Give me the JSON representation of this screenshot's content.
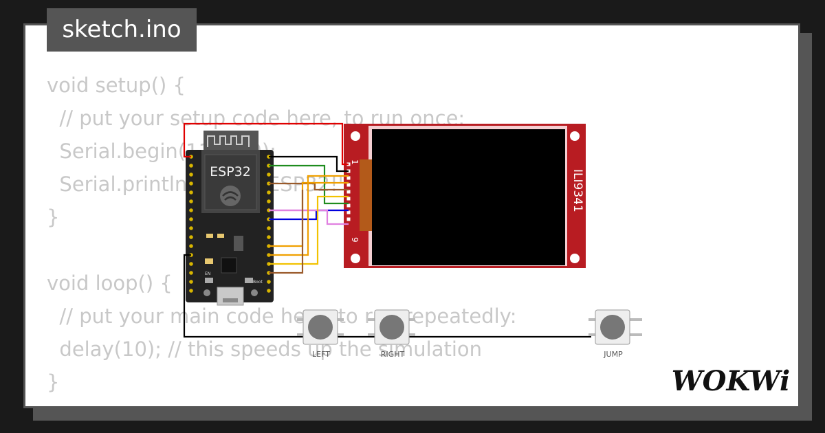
{
  "tab": {
    "title": "sketch.ino"
  },
  "code": {
    "lines": [
      "void setup() {",
      "  // put your setup code here, to run once:",
      "  Serial.begin(115200);",
      "  Serial.println(\"Hello, ESP32!\");",
      "}",
      "",
      "void loop() {",
      "  // put your main code here, to run repeatedly:",
      "  delay(10); // this speeds up the simulation",
      "}"
    ]
  },
  "esp32": {
    "label": "ESP32",
    "boot_label": "Boot",
    "en_label": "EN"
  },
  "display": {
    "model": "ILI9341",
    "pin_first": "1",
    "pin_last": "9"
  },
  "buttons": [
    {
      "label": "LEFT"
    },
    {
      "label": "RIGHT"
    },
    {
      "label": "JUMP"
    }
  ],
  "brand": {
    "name": "WOKWi"
  },
  "colors": {
    "background": "#1a1a1a",
    "card": "#ffffff",
    "tab": "#555555",
    "code_text": "#c8c8c8",
    "pcb_red": "#b81c22",
    "screen": "#000000",
    "board": "#222222",
    "wire_red": "#e00000",
    "wire_green": "#1e8c1e",
    "wire_blue": "#0000dd",
    "wire_orange": "#f0a000",
    "wire_yellow": "#f2c200",
    "wire_brown": "#9a5a2a",
    "wire_pink": "#e080e0",
    "wire_black": "#000000"
  }
}
